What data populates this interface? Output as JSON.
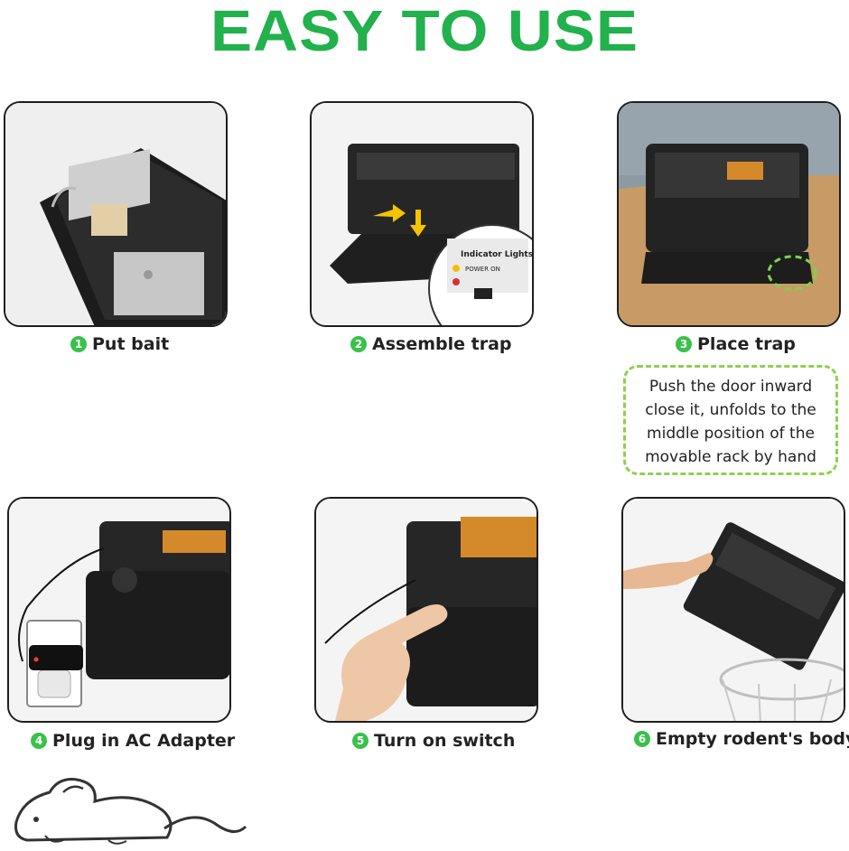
{
  "title": "EASY TO USE",
  "steps": [
    {
      "num": "1",
      "label": "Put bait"
    },
    {
      "num": "2",
      "label": "Assemble trap"
    },
    {
      "num": "3",
      "label": "Place trap"
    },
    {
      "num": "4",
      "label": "Plug in AC Adapter"
    },
    {
      "num": "5",
      "label": "Turn on switch"
    },
    {
      "num": "6",
      "label": "Empty rodent's body"
    }
  ],
  "note": {
    "lines": [
      "Push the door inward",
      "close it, unfolds to the",
      "middle position of the",
      "movable rack by hand"
    ]
  },
  "indicator": {
    "title": "Indicator Lights",
    "power_on": "POWER ON"
  },
  "colors": {
    "title_green": "#22b14c",
    "step_badge": "#38c24a",
    "note_border": "#8fd14f"
  },
  "icons": [
    "mouse-outline-icon"
  ]
}
